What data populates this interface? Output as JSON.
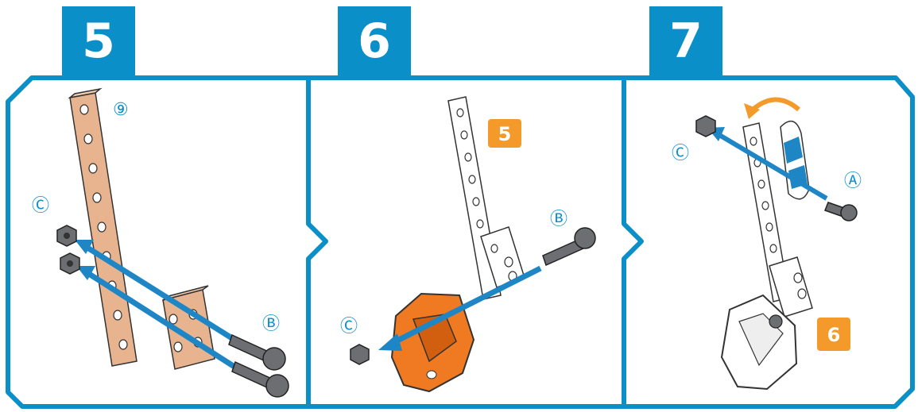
{
  "colors": {
    "frame_blue": "#0a8fc9",
    "arrow_blue": "#1f86c6",
    "wood": "#e8b48f",
    "orange": "#f07a22",
    "badge_orange": "#f39a2a",
    "bolt_gray": "#6c6e72"
  },
  "steps": [
    {
      "number": "5",
      "callouts": {
        "part_9": "⑨",
        "part_c": "Ⓒ",
        "part_b": "Ⓑ"
      }
    },
    {
      "number": "6",
      "badge": "5",
      "callouts": {
        "part_b": "Ⓑ",
        "part_c": "Ⓒ"
      }
    },
    {
      "number": "7",
      "badge": "6",
      "callouts": {
        "part_c": "Ⓒ",
        "part_a": "Ⓐ"
      }
    }
  ]
}
